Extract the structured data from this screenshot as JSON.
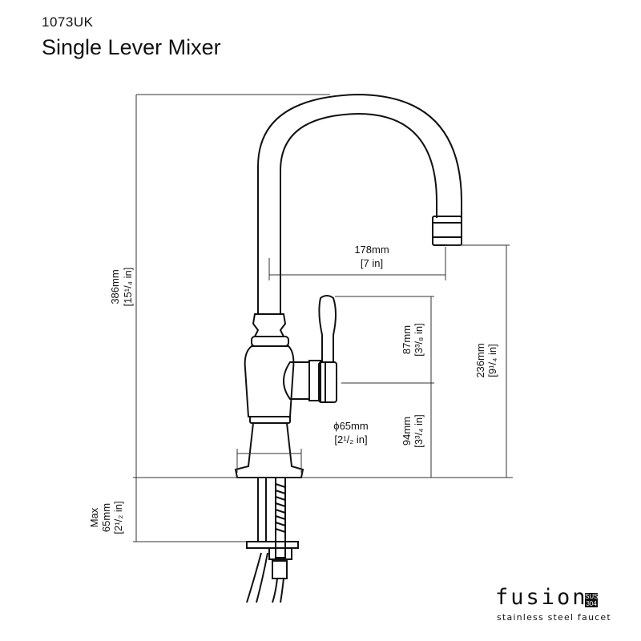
{
  "header": {
    "model": "1073UK",
    "title": "Single Lever Mixer"
  },
  "dimensions": {
    "height_total": {
      "mm": "386mm",
      "inch": "[15¹/₄ in]"
    },
    "reach": {
      "mm": "178mm",
      "inch": "[7 in]"
    },
    "lever_offset": {
      "mm": "87mm",
      "inch": "[3³/₈ in]"
    },
    "spout_height": {
      "mm": "236mm",
      "inch": "[9¹/₄ in]"
    },
    "base_diameter": {
      "mm": "ϕ65mm",
      "inch": "[2¹/₂ in]"
    },
    "lever_height": {
      "mm": "94mm",
      "inch": "[3³/₄ in]"
    },
    "max_deck": {
      "label": "Max",
      "mm": "65mm",
      "inch": "[2¹/₂ in]"
    }
  },
  "brand": {
    "name": "fusion",
    "badge_top": "SUS",
    "badge_bottom": "304",
    "tagline": "stainless steel faucet"
  }
}
